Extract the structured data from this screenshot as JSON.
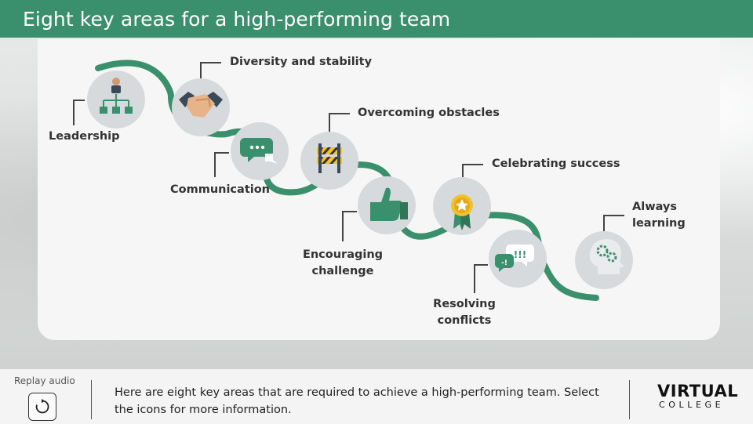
{
  "header": {
    "title": "Eight key areas for a high-performing team"
  },
  "areas": [
    {
      "label": "Leadership",
      "icon": "org-chart-icon"
    },
    {
      "label": "Diversity and stability",
      "icon": "handshake-icon"
    },
    {
      "label": "Communication",
      "icon": "speech-bubble-icon"
    },
    {
      "label": "Overcoming obstacles",
      "icon": "barrier-icon"
    },
    {
      "label": "Encouraging challenge",
      "icon": "thumbs-up-icon"
    },
    {
      "label": "Celebrating success",
      "icon": "medal-icon"
    },
    {
      "label": "Resolving conflicts",
      "icon": "conflict-bubbles-icon"
    },
    {
      "label": "Always learning",
      "icon": "head-gears-icon"
    }
  ],
  "footer": {
    "replay_label": "Replay audio",
    "instructions": "Here are eight key areas that are required to achieve a high-performing team. Select the icons for more information.",
    "logo_line1": "VIRTUAL",
    "logo_line2": "COLLEGE"
  },
  "colors": {
    "accent": "#3a8f6c",
    "circle": "#d6dadd",
    "text": "#333333"
  }
}
